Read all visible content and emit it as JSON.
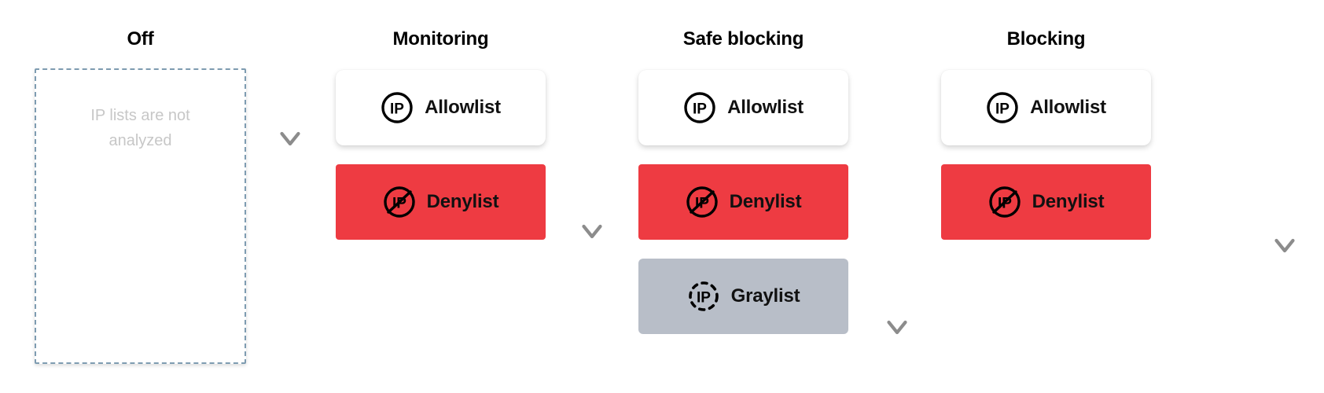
{
  "diagram": {
    "title_style": "IP list behaviour by protection mode",
    "columns": [
      {
        "id": "off",
        "title": "Off",
        "empty_state": "IP lists are not analyzed",
        "cards": []
      },
      {
        "id": "monitoring",
        "title": "Monitoring",
        "cards": [
          {
            "label": "Allowlist",
            "icon": "ip-circle-icon",
            "kind": "allow"
          },
          {
            "label": "Denylist",
            "icon": "ip-circle-slash-icon",
            "kind": "deny"
          }
        ]
      },
      {
        "id": "safe-blocking",
        "title": "Safe blocking",
        "cards": [
          {
            "label": "Allowlist",
            "icon": "ip-circle-icon",
            "kind": "allow"
          },
          {
            "label": "Denylist",
            "icon": "ip-circle-slash-icon",
            "kind": "deny"
          },
          {
            "label": "Graylist",
            "icon": "ip-dashed-circle-icon",
            "kind": "gray"
          }
        ]
      },
      {
        "id": "blocking",
        "title": "Blocking",
        "cards": [
          {
            "label": "Allowlist",
            "icon": "ip-circle-icon",
            "kind": "allow"
          },
          {
            "label": "Denylist",
            "icon": "ip-circle-slash-icon",
            "kind": "deny"
          }
        ]
      }
    ],
    "icon_text": "IP",
    "arrows": [
      {
        "id": "arrow-off-to-monitoring",
        "icon": "arrow-down-icon"
      },
      {
        "id": "arrow-monitoring-to-safe-blocking",
        "icon": "arrow-down-icon"
      },
      {
        "id": "arrow-safe-blocking-to-blocking",
        "icon": "arrow-down-icon"
      },
      {
        "id": "arrow-blocking-end",
        "icon": "arrow-down-icon"
      }
    ],
    "colors": {
      "allowlist": "#ffffff",
      "denylist": "#ee3b42",
      "graylist": "#b8bec8",
      "empty_border": "#7e9cb1",
      "empty_text": "#c7c7c7",
      "arrow_top": "#000000",
      "arrow_bottom": "#8c8c8c",
      "background": "#ffffff"
    }
  }
}
